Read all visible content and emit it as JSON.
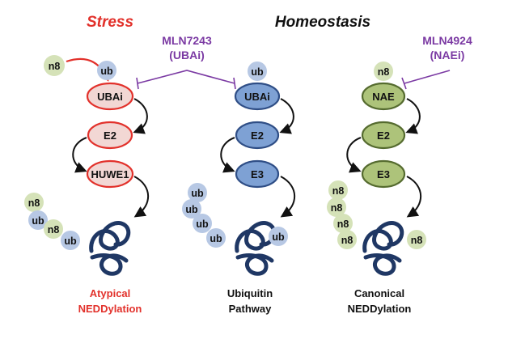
{
  "colors": {
    "stress": "#e2312b",
    "homeostasis": "#111111",
    "inhibitor": "#7b3aa3",
    "ub_fill": "#b7c8e4",
    "n8_fill": "#d5e2b8",
    "stress_node_fill": "#f2d7d4",
    "stress_node_stroke": "#e2312b",
    "ub_node_fill": "#7ea1d4",
    "ub_node_stroke": "#2f4e86",
    "n8_node_fill": "#adc37a",
    "n8_node_stroke": "#556b2f",
    "protein": "#1f3764"
  },
  "headers": {
    "stress": "Stress",
    "homeostasis": "Homeostasis"
  },
  "inhibitors": {
    "uba": {
      "name": "MLN7243",
      "target": "(UBAi)"
    },
    "nae": {
      "name": "MLN4924",
      "target": "(NAEi)"
    }
  },
  "columns": {
    "atypical": {
      "nodes": [
        "UBAi",
        "E2",
        "HUWE1"
      ],
      "tags": [
        "n8",
        "ub",
        "n8",
        "ub"
      ],
      "input_n8": "n8",
      "input_ub": "ub",
      "pathway": [
        "Atypical",
        "NEDDylation"
      ]
    },
    "ubiquitin": {
      "nodes": [
        "UBAi",
        "E2",
        "E3"
      ],
      "tags": [
        "ub",
        "ub",
        "ub",
        "ub",
        "ub"
      ],
      "input_ub": "ub",
      "pathway": [
        "Ubiquitin",
        "Pathway"
      ]
    },
    "canonical": {
      "nodes": [
        "NAE",
        "E2",
        "E3"
      ],
      "tags": [
        "n8",
        "n8",
        "n8",
        "n8",
        "n8"
      ],
      "input_n8": "n8",
      "pathway": [
        "Canonical",
        "NEDDylation"
      ]
    }
  }
}
